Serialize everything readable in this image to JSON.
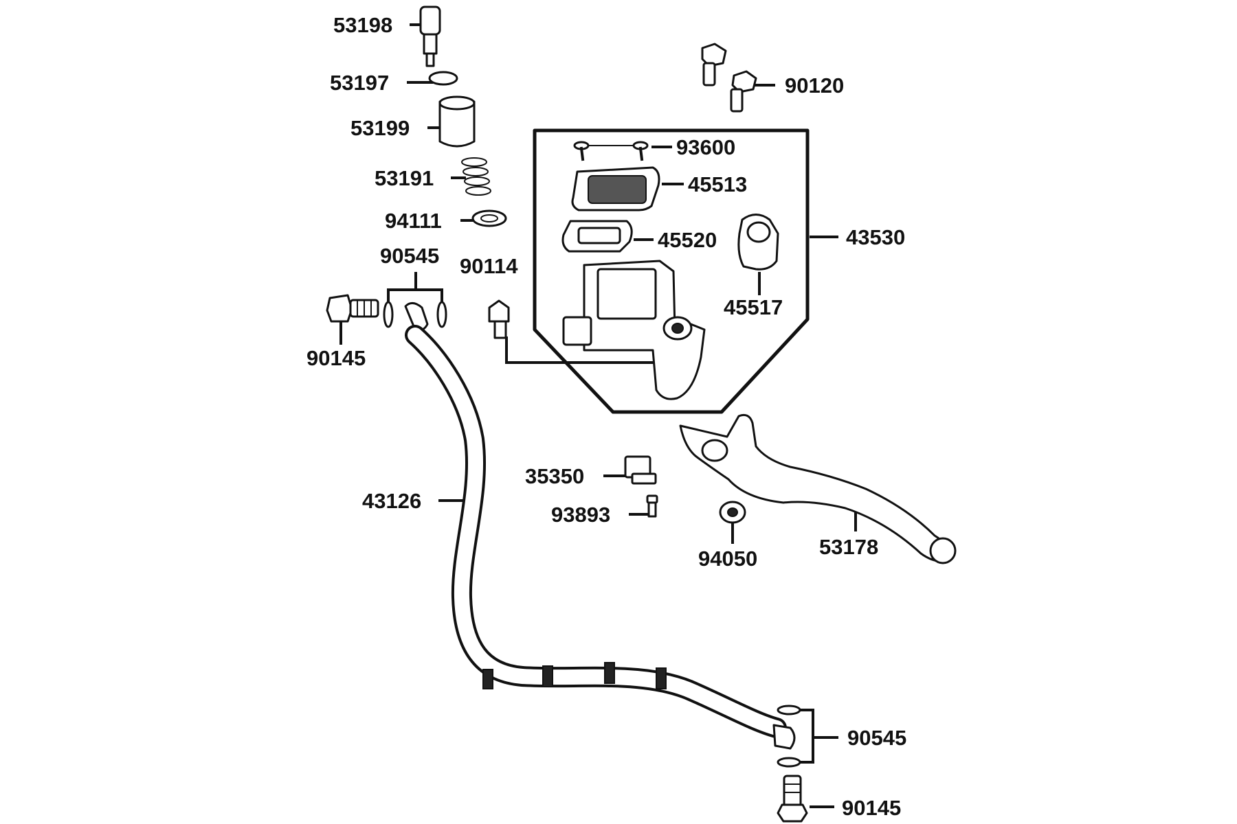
{
  "parts": {
    "p53198": "53198",
    "p53197": "53197",
    "p53199": "53199",
    "p53191": "53191",
    "p94111": "94111",
    "p90545_top": "90545",
    "p90145_left": "90145",
    "p90114": "90114",
    "p90120": "90120",
    "p93600": "93600",
    "p45513": "45513",
    "p45520": "45520",
    "p45517": "45517",
    "p43530": "43530",
    "p35350": "35350",
    "p93893": "93893",
    "p43126": "43126",
    "p94050": "94050",
    "p53178": "53178",
    "p90545_bottom": "90545",
    "p90145_bottom": "90145"
  }
}
